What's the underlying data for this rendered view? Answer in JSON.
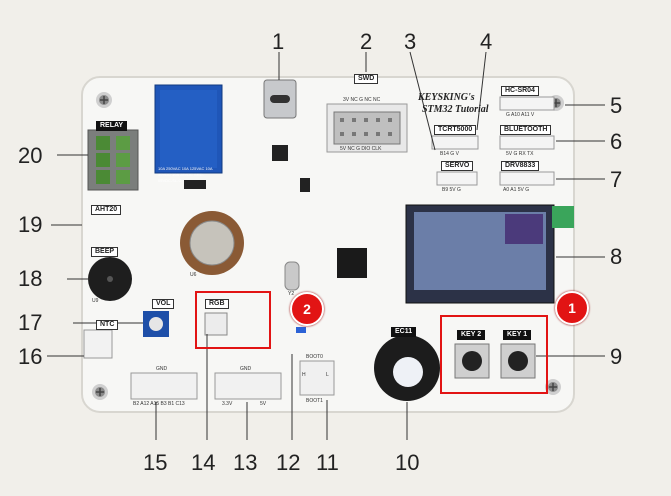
{
  "callouts": {
    "c1": "1",
    "c2": "2",
    "c3": "3",
    "c4": "4",
    "c5": "5",
    "c6": "6",
    "c7": "7",
    "c8": "8",
    "c9": "9",
    "c10": "10",
    "c11": "11",
    "c12": "12",
    "c13": "13",
    "c14": "14",
    "c15": "15",
    "c16": "16",
    "c17": "17",
    "c18": "18",
    "c19": "19",
    "c20": "20"
  },
  "badges": {
    "b1": "1",
    "b2": "2"
  },
  "board": {
    "brand_line1": "KEYSKING's",
    "brand_line2": "STM32 Tutorial",
    "swd": "SWD",
    "swd_top": "3V NC G NC NC",
    "swd_bottom": "5V NC G DIO CLK",
    "hcsr04": "HC-SR04",
    "hcsr04_pins": "G A10 A11 V",
    "tcrt5000": "TCRT5000",
    "tcrt_pins": "B14 G V",
    "bluetooth": "BLUETOOTH",
    "bt_pins": "5V G RX TX",
    "servo": "SERVO",
    "servo_pins": "B9 5V G",
    "drv8833": "DRV8833",
    "drv_pins": "A0 A1 5V G",
    "relay": "RELAY",
    "relay_text": "10A 250VAC 10A 125VAC 10A 30VDC 10A 28VDC SRD-05VDC-SL-C",
    "aht20": "AHT20",
    "beep": "BEEP",
    "vol": "VOL",
    "ntc": "NTC",
    "rgb": "RGB",
    "ec11": "EC11",
    "key2": "KEY 2",
    "key1": "KEY 1",
    "boot0": "BOOT0",
    "boot1": "BOOT1",
    "boot_h": "H",
    "boot_l": "L",
    "gnd_left": "GND",
    "pins_left": "B2 A12 A15 B3 B1 C13",
    "gnd_right": "GND",
    "v33": "3.3V",
    "v5": "5V",
    "u6": "U6",
    "u9": "U9",
    "y2": "Y2"
  }
}
